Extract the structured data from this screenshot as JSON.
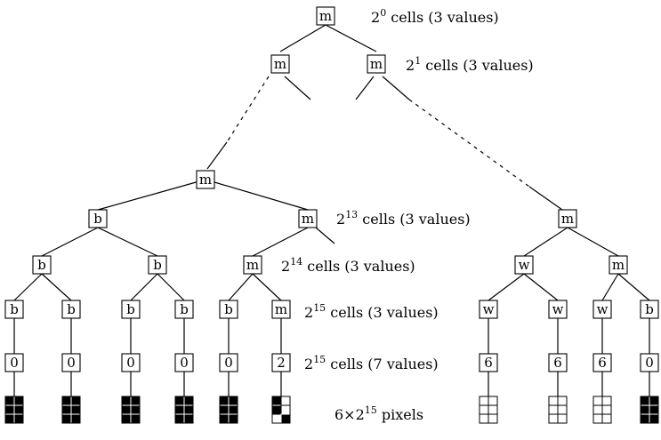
{
  "nodes": {
    "root": "m",
    "l1a": "m",
    "l1b": "m",
    "mid": "m",
    "right_top": "m",
    "l2": [
      "b",
      "b",
      "m",
      "w",
      "m"
    ],
    "l3": [
      "b",
      "b",
      "b",
      "b",
      "b",
      "m",
      "w",
      "w",
      "w",
      "b"
    ],
    "l4": [
      "0",
      "0",
      "0",
      "0",
      "0",
      "2",
      "6",
      "6",
      "6",
      "0"
    ]
  },
  "level_labels": [
    {
      "base": "2",
      "exp": "0",
      "suffix": " cells (3 values)"
    },
    {
      "base": "2",
      "exp": "1",
      "suffix": " cells (3 values)"
    },
    {
      "base": "2",
      "exp": "13",
      "suffix": " cells (3 values)"
    },
    {
      "base": "2",
      "exp": "14",
      "suffix": " cells (3 values)"
    },
    {
      "base": "2",
      "exp": "15",
      "suffix": " cells (3 values)"
    },
    {
      "base": "2",
      "exp": "15",
      "suffix": " cells (7 values)"
    },
    {
      "base": "6×2",
      "exp": "15",
      "suffix": " pixels"
    }
  ],
  "pixel_patterns": [
    [
      1,
      1,
      1,
      1,
      1,
      1
    ],
    [
      1,
      1,
      1,
      1,
      1,
      1
    ],
    [
      1,
      1,
      1,
      1,
      1,
      1
    ],
    [
      1,
      1,
      1,
      1,
      1,
      1
    ],
    [
      1,
      1,
      1,
      1,
      1,
      1
    ],
    [
      1,
      0,
      1,
      0,
      0,
      1
    ],
    [
      0,
      0,
      0,
      0,
      0,
      0
    ],
    [
      0,
      0,
      0,
      0,
      0,
      0
    ],
    [
      0,
      0,
      0,
      0,
      0,
      0
    ],
    [
      1,
      1,
      1,
      1,
      1,
      1
    ]
  ]
}
